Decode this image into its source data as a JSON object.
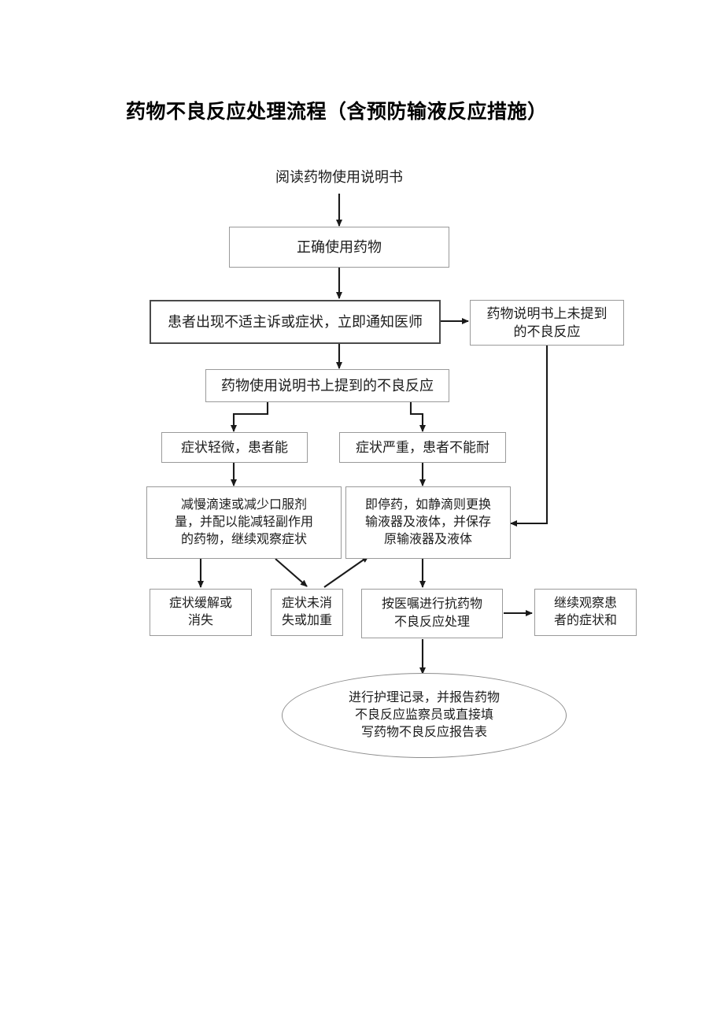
{
  "document": {
    "title": "药物不良反应处理流程（含预防输液反应措施）"
  },
  "flowchart": {
    "type": "flowchart",
    "orientation": "top-to-bottom",
    "nodes": [
      {
        "id": "start",
        "shape": "text",
        "label": "阅读药物使用说明书"
      },
      {
        "id": "use-drug",
        "shape": "rect",
        "label": "正确使用药物"
      },
      {
        "id": "notify",
        "shape": "rect",
        "label": "患者出现不适主诉或症状，立即通知医师"
      },
      {
        "id": "not-listed",
        "shape": "rect",
        "label": "药物说明书上未提到\n的不良反应"
      },
      {
        "id": "listed",
        "shape": "rect",
        "label": "药物使用说明书上提到的不良反应"
      },
      {
        "id": "mild",
        "shape": "rect",
        "label": "症状轻微，患者能"
      },
      {
        "id": "severe",
        "shape": "rect",
        "label": "症状严重，患者不能耐"
      },
      {
        "id": "slow-drip",
        "shape": "rect",
        "label": "减慢滴速或减少口服剂\n量，并配以能减轻副作用\n的药物，继续观察症状"
      },
      {
        "id": "stop-drug",
        "shape": "rect",
        "label": "即停药，如静滴则更换\n输液器及液体，并保存\n原输液器及液体"
      },
      {
        "id": "relieved",
        "shape": "rect",
        "label": "症状缓解或\n消失"
      },
      {
        "id": "worse",
        "shape": "rect",
        "label": "症状未消\n失或加重"
      },
      {
        "id": "anti-adr",
        "shape": "rect",
        "label": "按医嘱进行抗药物\n不良反应处理"
      },
      {
        "id": "keep-observe",
        "shape": "rect",
        "label": "继续观察患\n者的症状和"
      },
      {
        "id": "record",
        "shape": "ellipse",
        "label": "进行护理记录，并报告药物\n不良反应监察员或直接填\n写药物不良反应报告表"
      }
    ],
    "edges": [
      {
        "from": "start",
        "to": "use-drug",
        "style": "straight-down"
      },
      {
        "from": "use-drug",
        "to": "notify",
        "style": "straight-down"
      },
      {
        "from": "notify",
        "to": "not-listed",
        "style": "straight-right"
      },
      {
        "from": "notify",
        "to": "listed",
        "style": "straight-down"
      },
      {
        "from": "listed",
        "to": "mild",
        "style": "branch-left"
      },
      {
        "from": "listed",
        "to": "severe",
        "style": "branch-right"
      },
      {
        "from": "mild",
        "to": "slow-drip",
        "style": "straight-down"
      },
      {
        "from": "severe",
        "to": "stop-drug",
        "style": "straight-down"
      },
      {
        "from": "not-listed",
        "to": "stop-drug",
        "style": "down-then-left"
      },
      {
        "from": "slow-drip",
        "to": "relieved",
        "style": "straight-down"
      },
      {
        "from": "slow-drip",
        "to": "worse",
        "style": "diagonal-down-right"
      },
      {
        "from": "worse",
        "to": "stop-drug",
        "style": "diagonal-up-right"
      },
      {
        "from": "stop-drug",
        "to": "anti-adr",
        "style": "straight-down"
      },
      {
        "from": "anti-adr",
        "to": "keep-observe",
        "style": "straight-right"
      },
      {
        "from": "anti-adr",
        "to": "record",
        "style": "straight-down"
      }
    ],
    "colors": {
      "box_border": "#9a9a9a",
      "box_border_strong": "#4a4a4a",
      "ellipse_border": "#8d8d8d",
      "arrow": "#1a1a1a",
      "text": "#1c1c1c",
      "background": "#ffffff"
    }
  }
}
